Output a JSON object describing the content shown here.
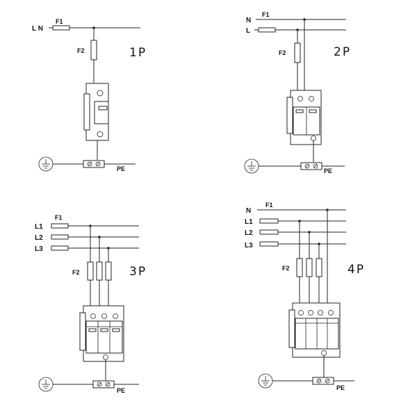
{
  "diagrams": {
    "p1": {
      "title": "1P",
      "labels": {
        "line": "L  N",
        "fuse1": "F1",
        "fuse2": "F2",
        "pe": "PE"
      }
    },
    "p2": {
      "title": "2P",
      "labels": {
        "n": "N",
        "l": "L",
        "fuse1": "F1",
        "fuse2": "F2",
        "pe": "PE"
      }
    },
    "p3": {
      "title": "3P",
      "labels": {
        "l1": "L1",
        "l2": "L2",
        "l3": "L3",
        "fuse1": "F1",
        "fuse2": "F2",
        "pe": "PE"
      }
    },
    "p4": {
      "title": "4P",
      "labels": {
        "n": "N",
        "l1": "L1",
        "l2": "L2",
        "l3": "L3",
        "fuse1": "F1",
        "fuse2": "F2",
        "pe": "PE"
      }
    }
  },
  "icons": {
    "earth": "earth-ground-icon",
    "terminal": "terminal-block-icon"
  }
}
